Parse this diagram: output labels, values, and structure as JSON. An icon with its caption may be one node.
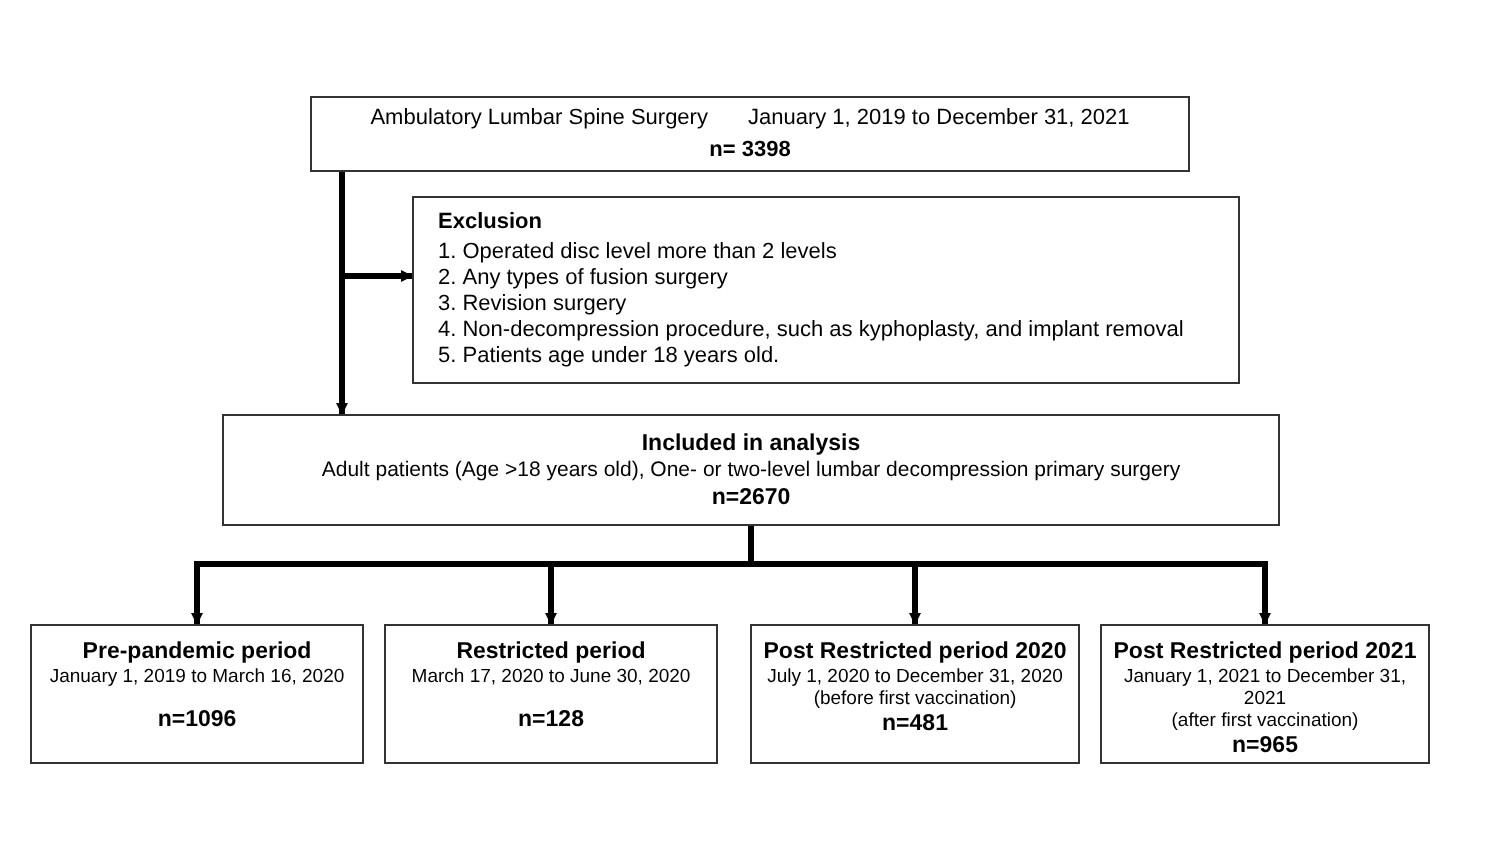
{
  "diagram": {
    "nodes": [
      {
        "text": [
          "Ambulatory Lumbar Spine Surgery",
          "January 1, 2019 to December 31, 2021",
          "n= 3398"
        ]
      },
      {
        "text": [
          "Exclusion",
          "1.\tOperated disc level more than 2 levels",
          "2.\tAny types of fusion surgery",
          "3.\tRevision surgery",
          "4.\tNon-decompression procedure, such as kyphoplasty, and implant removal",
          "5.\tPatients age under 18 years old."
        ]
      },
      {
        "text": [
          "Included in analysis",
          "Adult patients (Age >18 years old), One- or two-level lumbar decompression primary surgery",
          "n=2670"
        ]
      },
      {
        "text": [
          "Pre-pandemic period",
          "January 1, 2019 to March 16, 2020",
          "n=1096"
        ]
      },
      {
        "text": [
          "Restricted period",
          "March 17, 2020 to June 30, 2020",
          "n=128"
        ]
      },
      {
        "text": [
          "Post Restricted period 2020",
          "July 1, 2020 to December 31, 2020",
          "(before first vaccination)",
          "n=481"
        ]
      },
      {
        "text": [
          "Post Restricted period 2021",
          "January 1, 2021 to December 31, 2021",
          "(after first vaccination)",
          "n=965"
        ]
      }
    ],
    "edges": [
      {
        "from": 0,
        "to": 1,
        "arrow": "to"
      },
      {
        "from": 0,
        "to": 2,
        "arrow": "to"
      },
      {
        "from": 2,
        "to": 3,
        "arrow": "to"
      },
      {
        "from": 2,
        "to": 4,
        "arrow": "to"
      },
      {
        "from": 2,
        "to": 5,
        "arrow": "to"
      },
      {
        "from": 2,
        "to": 6,
        "arrow": "to"
      }
    ]
  }
}
